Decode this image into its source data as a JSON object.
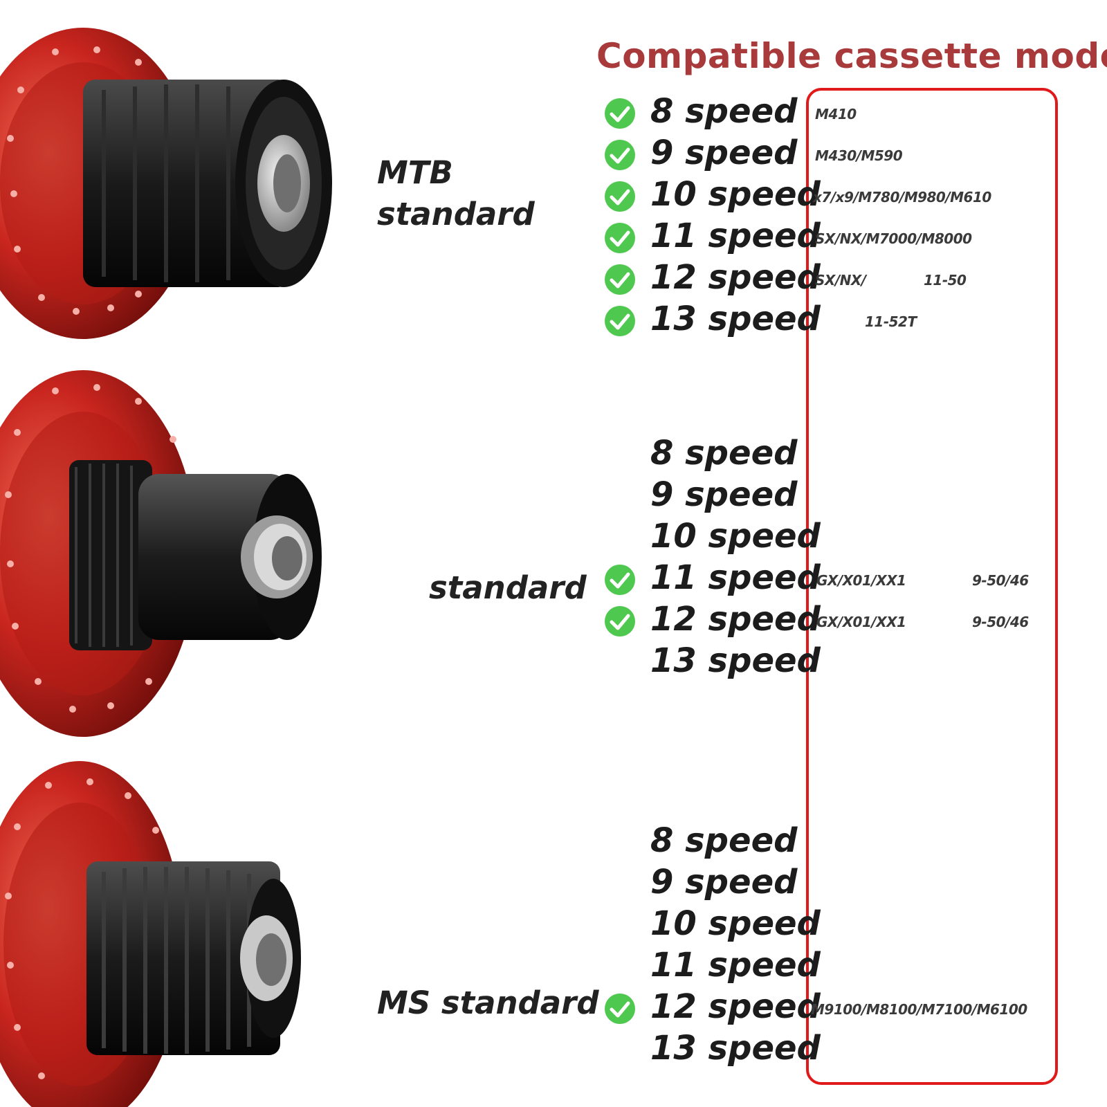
{
  "title": "Compatible cassette model",
  "colors": {
    "title": "#a83a3c",
    "frame": "#e01a1a",
    "check": "#4ec84e",
    "hub_red": "#c8251e"
  },
  "sections": [
    {
      "name": "MTB standard",
      "label_lines": [
        "MTB",
        "standard"
      ],
      "rows": [
        {
          "speed": "8 speed",
          "checked": true,
          "models": [
            "M410"
          ]
        },
        {
          "speed": "9 speed",
          "checked": true,
          "models": [
            "M430/M590"
          ]
        },
        {
          "speed": "10 speed",
          "checked": true,
          "models": [
            "x7/x9/M780/M980/M610"
          ]
        },
        {
          "speed": "11 speed",
          "checked": true,
          "models": [
            "SX/NX/M7000/M8000"
          ]
        },
        {
          "speed": "12 speed",
          "checked": true,
          "models": [
            "SX/NX/",
            "11-50"
          ]
        },
        {
          "speed": "13 speed",
          "checked": true,
          "models": [
            "11-52T"
          ]
        }
      ]
    },
    {
      "name": "standard",
      "label_lines": [
        "standard"
      ],
      "rows": [
        {
          "speed": "8 speed",
          "checked": false,
          "models": []
        },
        {
          "speed": "9 speed",
          "checked": false,
          "models": []
        },
        {
          "speed": "10 speed",
          "checked": false,
          "models": []
        },
        {
          "speed": "11 speed",
          "checked": true,
          "models": [
            "GX/X01/XX1",
            "9-50/46"
          ]
        },
        {
          "speed": "12 speed",
          "checked": true,
          "models": [
            "GX/X01/XX1",
            "9-50/46"
          ]
        },
        {
          "speed": "13 speed",
          "checked": false,
          "models": []
        }
      ]
    },
    {
      "name": "MS standard",
      "label_lines": [
        "MS standard"
      ],
      "rows": [
        {
          "speed": "8 speed",
          "checked": false,
          "models": []
        },
        {
          "speed": "9 speed",
          "checked": false,
          "models": []
        },
        {
          "speed": "10 speed",
          "checked": false,
          "models": []
        },
        {
          "speed": "11 speed",
          "checked": false,
          "models": []
        },
        {
          "speed": "12 speed",
          "checked": true,
          "models": [
            "M9100/M8100/M7100/M6100"
          ]
        },
        {
          "speed": "13 speed",
          "checked": false,
          "models": []
        }
      ]
    }
  ]
}
